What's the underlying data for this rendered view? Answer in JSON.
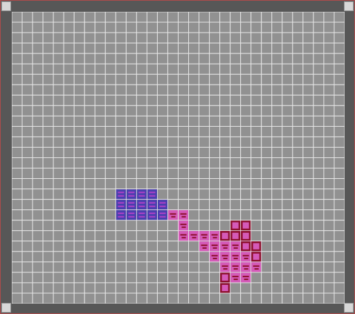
{
  "board": {
    "columns": 32,
    "rows": 28,
    "background_color": "#919191",
    "grid_line_color": "#e6e6e6"
  },
  "colors": {
    "blue_region_fill": "#4a3fae",
    "blue_region_detail": "#b040c8",
    "path_outer": "#8c0f2b",
    "path_inner": "#d45ab8"
  },
  "regions": {
    "blue_cells": [
      [
        10,
        17
      ],
      [
        11,
        17
      ],
      [
        12,
        17
      ],
      [
        13,
        17
      ],
      [
        10,
        18
      ],
      [
        11,
        18
      ],
      [
        12,
        18
      ],
      [
        13,
        18
      ],
      [
        14,
        18
      ],
      [
        10,
        19
      ],
      [
        11,
        19
      ],
      [
        12,
        19
      ],
      [
        13,
        19
      ],
      [
        14,
        19
      ]
    ],
    "magenta_cells": [
      [
        15,
        19
      ],
      [
        16,
        19
      ],
      [
        16,
        20
      ],
      [
        16,
        21
      ],
      [
        17,
        21
      ],
      [
        18,
        21
      ],
      [
        19,
        21
      ],
      [
        20,
        21
      ],
      [
        21,
        21
      ],
      [
        22,
        21
      ],
      [
        18,
        22
      ],
      [
        19,
        22
      ],
      [
        20,
        22
      ],
      [
        21,
        22
      ],
      [
        22,
        22
      ],
      [
        23,
        22
      ],
      [
        19,
        23
      ],
      [
        20,
        23
      ],
      [
        21,
        23
      ],
      [
        22,
        23
      ],
      [
        23,
        23
      ],
      [
        20,
        24
      ],
      [
        21,
        24
      ],
      [
        22,
        24
      ],
      [
        23,
        24
      ],
      [
        20,
        25
      ],
      [
        21,
        25
      ],
      [
        22,
        25
      ],
      [
        20,
        26
      ]
    ],
    "dark_cells": [
      [
        20,
        21
      ],
      [
        21,
        21
      ],
      [
        22,
        21
      ],
      [
        22,
        22
      ],
      [
        23,
        22
      ],
      [
        23,
        23
      ],
      [
        20,
        25
      ],
      [
        20,
        26
      ],
      [
        21,
        20
      ],
      [
        22,
        20
      ]
    ]
  },
  "icons": {
    "corners": [
      "corner-handle-icon",
      "corner-handle-icon",
      "corner-handle-icon",
      "corner-handle-icon"
    ]
  }
}
